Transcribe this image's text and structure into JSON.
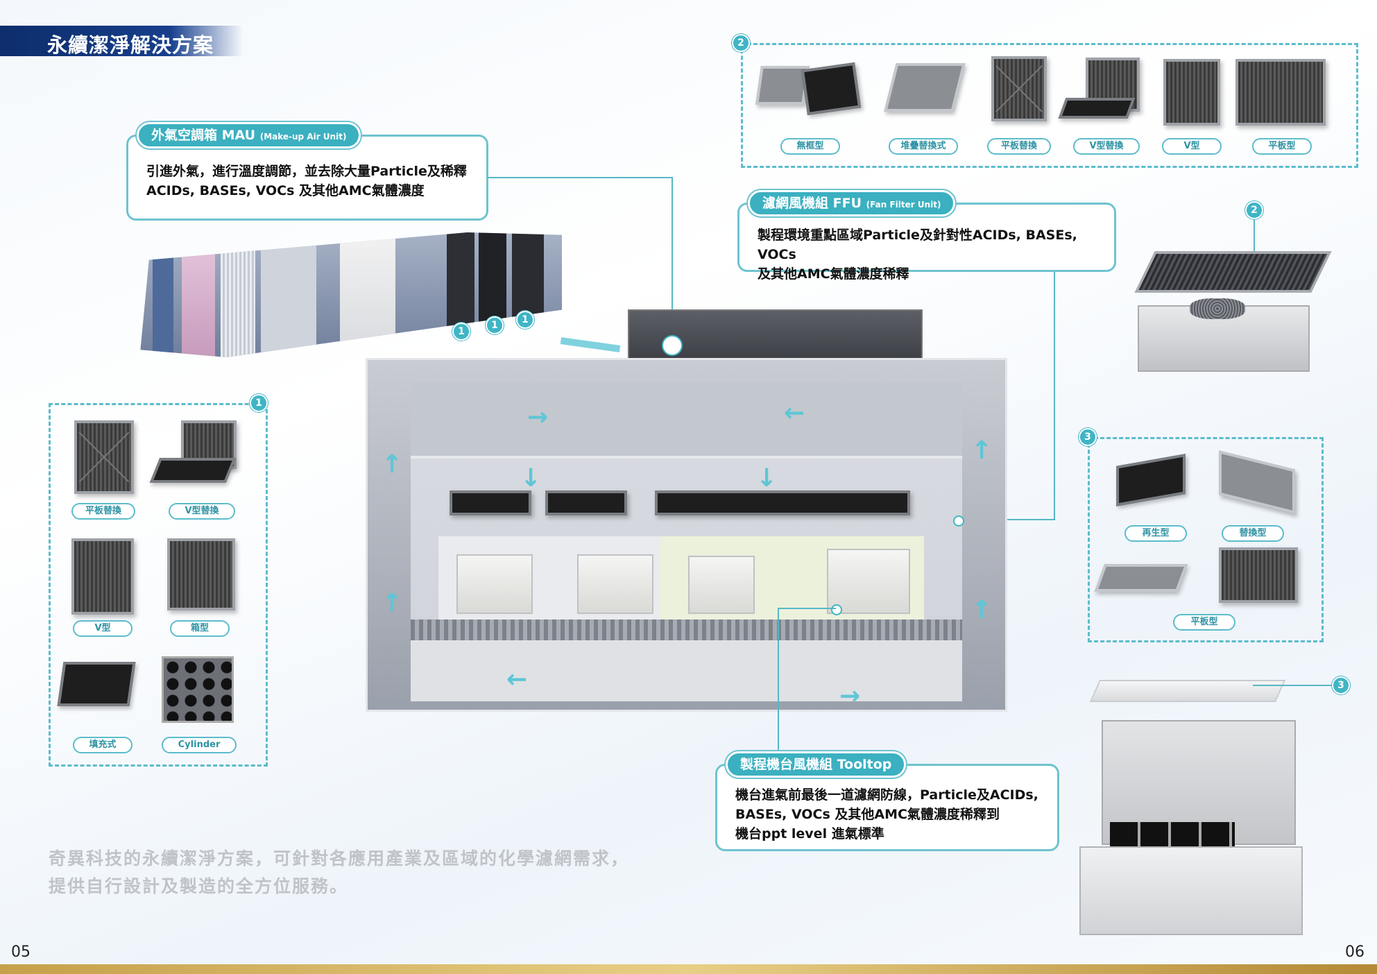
{
  "header": {
    "title": "永續潔淨解決方案"
  },
  "mau_card": {
    "tag": "外氣空調箱 MAU",
    "tag_sub": "(Make-up Air Unit)",
    "body_line1": "引進外氣，進行溫度調節，並去除大量Particle及稀釋",
    "body_line2": "ACIDs, BASEs, VOCs 及其他AMC氣體濃度"
  },
  "ffu_card": {
    "tag": "濾網風機組 FFU",
    "tag_sub": "(Fan Filter Unit)",
    "body_line1": "製程環境重點區域Particle及針對性ACIDs, BASEs, VOCs",
    "body_line2": "及其他AMC氣體濃度稀釋"
  },
  "tooltop_card": {
    "tag": "製程機台風機組 Tooltop",
    "body_line1": "機台進氣前最後一道濾網防線，Particle及ACIDs,",
    "body_line2": "BASEs, VOCs 及其他AMC氣體濃度稀釋到",
    "body_line3": "機台ppt level 進氣標準"
  },
  "panel_top": {
    "number": "2",
    "labels": [
      "無框型",
      "堆疊替換式",
      "平板替換",
      "V型替換",
      "V型",
      "平板型"
    ]
  },
  "panel_left": {
    "number": "1",
    "labels": [
      "平板替換",
      "V型替換",
      "V型",
      "箱型",
      "填充式",
      "Cylinder"
    ]
  },
  "panel_right": {
    "number": "3",
    "labels": [
      "再生型",
      "替換型",
      "平板型"
    ]
  },
  "markers": {
    "mau_1": "1",
    "mau_2": "1",
    "mau_3": "1",
    "ffu": "2",
    "tooltop": "3"
  },
  "bottom_text": {
    "line1": "奇異科技的永續潔淨方案，可針對各應用產業及區域的化學濾網需求，",
    "line2": "提供自行設計及製造的全方位服務。"
  },
  "pages": {
    "left": "05",
    "right": "06"
  },
  "colors": {
    "accent": "#3bb0c0",
    "title_bar": "#173f8c",
    "footer": "#c6a04a"
  }
}
